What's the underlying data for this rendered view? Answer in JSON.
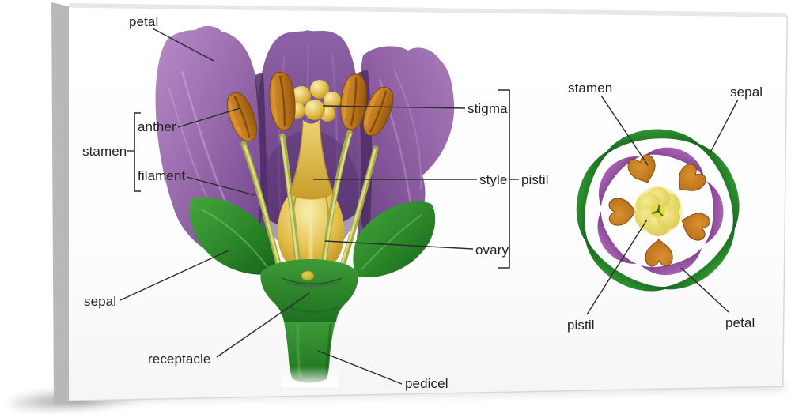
{
  "cutaway": {
    "labels": {
      "petal": "petal",
      "anther": "anther",
      "stamen": "stamen",
      "filament": "filament",
      "sepal": "sepal",
      "receptacle": "receptacle",
      "pedicel": "pedicel",
      "stigma": "stigma",
      "style": "style",
      "pistil": "pistil",
      "ovary": "ovary"
    }
  },
  "floral_diagram": {
    "labels": {
      "stamen": "stamen",
      "sepal": "sepal",
      "pistil": "pistil",
      "petal": "petal"
    }
  },
  "colors": {
    "petal_purple": "#8a5fa3",
    "sepal_green": "#2e8b2e",
    "anther_orange": "#c2701c",
    "pistil_gold": "#e0bc45",
    "label_text": "#231f20",
    "leader_line": "#2b2b2b",
    "canvas_edge_gray": "#a3a3a3"
  }
}
